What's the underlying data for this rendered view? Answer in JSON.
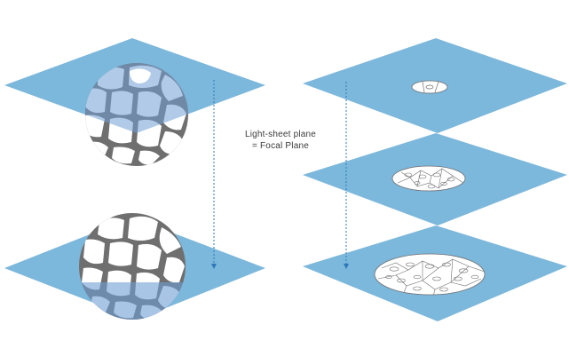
{
  "caption": {
    "line1": "Light-sheet plane",
    "line2": "= Focal Plane"
  },
  "colors": {
    "plane": "#7cb7dc",
    "plane_cell": "#6f9ed6",
    "membrane": "#6f6f6f",
    "cell": "#ffffff",
    "arrow": "#2f78b7",
    "text": "#3b3b3b"
  },
  "panels": [
    {
      "side": "left",
      "plane": "upper",
      "sphere_section": "top"
    },
    {
      "side": "left",
      "plane": "lower",
      "sphere_section": "bottom"
    },
    {
      "side": "right",
      "plane": "top",
      "cross_section": "small"
    },
    {
      "side": "right",
      "plane": "middle",
      "cross_section": "medium"
    },
    {
      "side": "right",
      "plane": "bottom",
      "cross_section": "large"
    }
  ]
}
